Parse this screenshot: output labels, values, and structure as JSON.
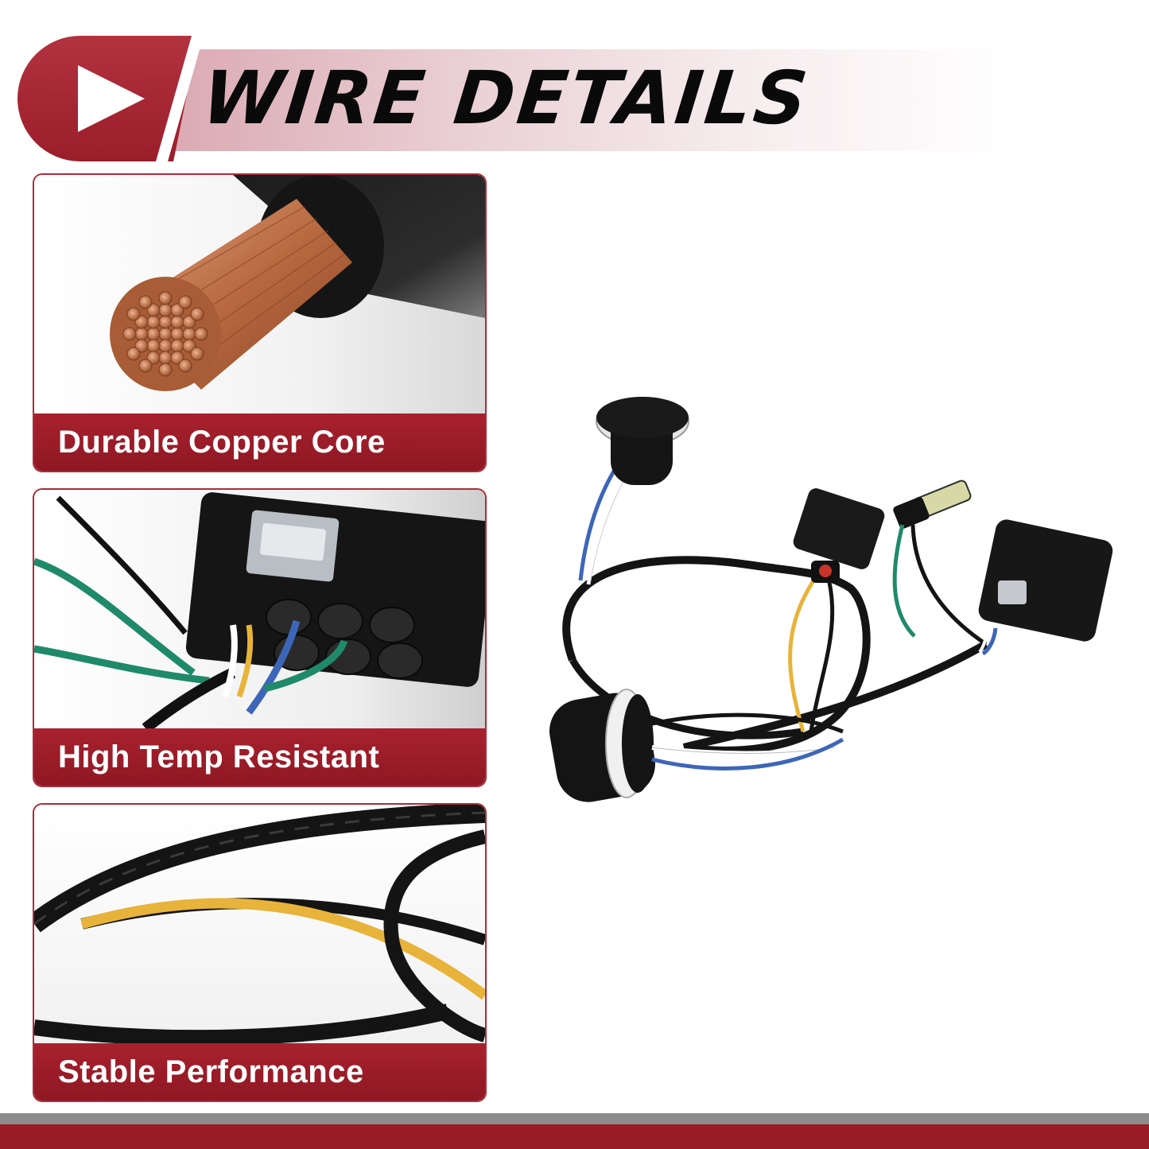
{
  "header": {
    "title": "WIRE DETAILS",
    "icon": "play-icon"
  },
  "features": [
    {
      "label": "Durable Copper Core",
      "image": "copper-strand-photo"
    },
    {
      "label": "High Temp Resistant",
      "image": "connector-closeup-photo"
    },
    {
      "label": "Stable Performance",
      "image": "wrapped-wire-photo"
    }
  ],
  "colors": {
    "accent_red": "#a8212e",
    "banner_pink": "#ead1d6",
    "copper": "#c07a52",
    "wire_blue": "#3d66b8",
    "wire_green": "#1f8a6a",
    "wire_yellow": "#e8b33a"
  }
}
